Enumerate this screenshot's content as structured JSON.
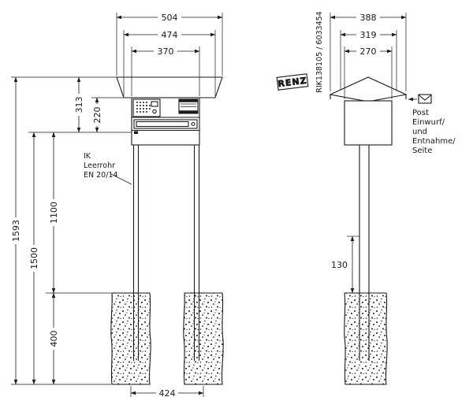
{
  "colors": {
    "ink": "#1a1a1a",
    "paper": "#ffffff"
  },
  "icons": {
    "post_direction": "left-arrow-icon",
    "post_symbol": "envelope-icon"
  },
  "front_view": {
    "top_dims": {
      "d504": "504",
      "d474": "474",
      "d370": "370"
    },
    "left_dims": {
      "d313": "313",
      "d220": "220",
      "d1100": "1100",
      "d1500": "1500",
      "d1593": "1593",
      "d400": "400"
    },
    "bottom_dims": {
      "d424": "424"
    },
    "conduit_label": {
      "lines": [
        "IK",
        "Leerrohr",
        "EN 20/14"
      ]
    }
  },
  "side_view": {
    "top_dims": {
      "d388": "388",
      "d319": "319",
      "d270": "270"
    },
    "side_dims": {
      "d130": "130"
    },
    "ref_number": "RIK138105 / 6033454",
    "brand": "RENZ",
    "access_label": {
      "lines": [
        "Post",
        "Einwurf/",
        "und",
        "Entnahme/",
        "Seite"
      ]
    }
  }
}
